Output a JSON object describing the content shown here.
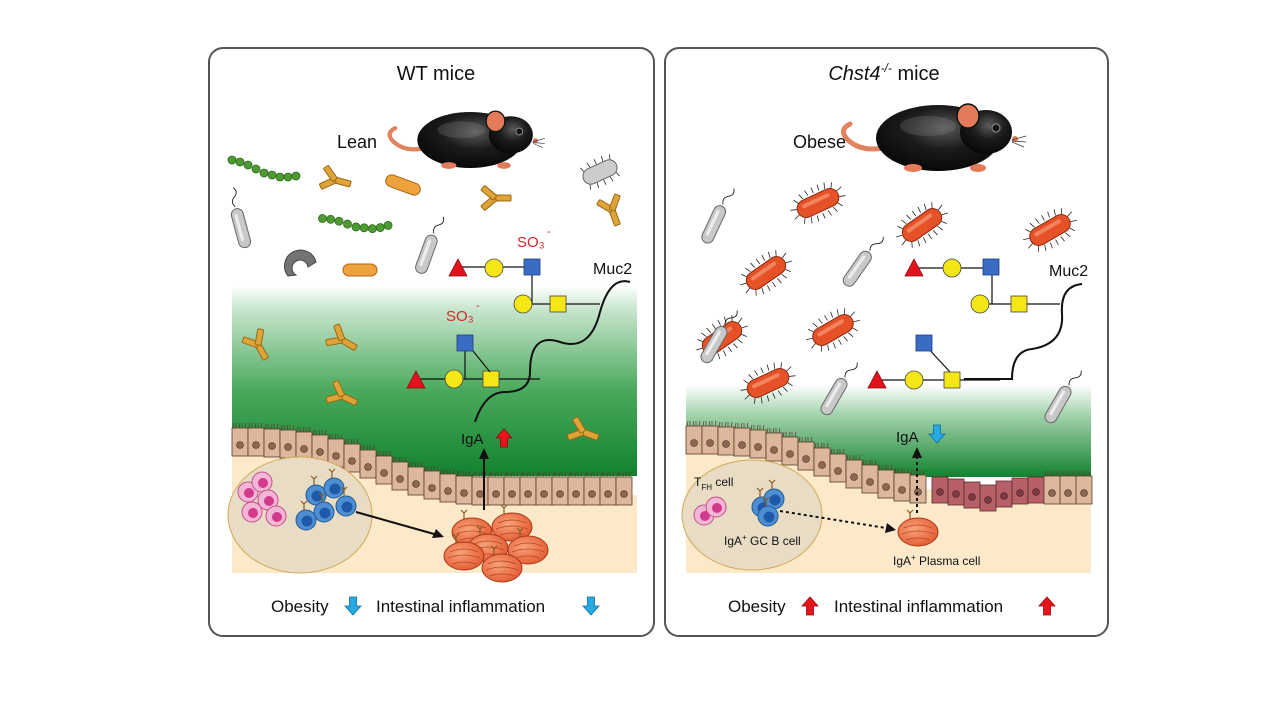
{
  "panels": {
    "wt": {
      "title": "WT mice",
      "mouse_label": "Lean",
      "muc2_label": "Muc2",
      "so3_label_a": "SO₃",
      "so3_label_b": "SO₃",
      "so3_charge": "-",
      "iga_label": "IgA",
      "iga_trend": "up",
      "obesity_label": "Obesity",
      "obesity_trend": "down",
      "inflammation_label": "Intestinal inflammation",
      "inflammation_trend": "down"
    },
    "ko": {
      "title_gene": "Chst4",
      "title_superscript": "-/-",
      "title_suffix": " mice",
      "mouse_label": "Obese",
      "muc2_label": "Muc2",
      "iga_label": "IgA",
      "iga_trend": "down",
      "tfh_label_main": "T",
      "tfh_label_sub": "FH",
      "tfh_label_rest": " cell",
      "gcb_label_prefix": "IgA",
      "gcb_label_sup": "+",
      "gcb_label_rest": " GC B cell",
      "plasma_label_prefix": "IgA",
      "plasma_label_sup": "+",
      "plasma_label_rest": " Plasma cell",
      "obesity_label": "Obesity",
      "obesity_trend": "up",
      "inflammation_label": "Intestinal inflammation",
      "inflammation_trend": "up"
    }
  },
  "colors": {
    "arrow_up": "#e8141b",
    "arrow_down": "#29a9e1",
    "mucus_green": "#1e8c3a",
    "sulfate_red": "#d9262b",
    "glycan_blue": "#3b6cc4",
    "glycan_yellow": "#f5e616",
    "glycan_red": "#e3111b",
    "bacteria_red": "#e65128",
    "lamina": "#fbe9c9"
  }
}
